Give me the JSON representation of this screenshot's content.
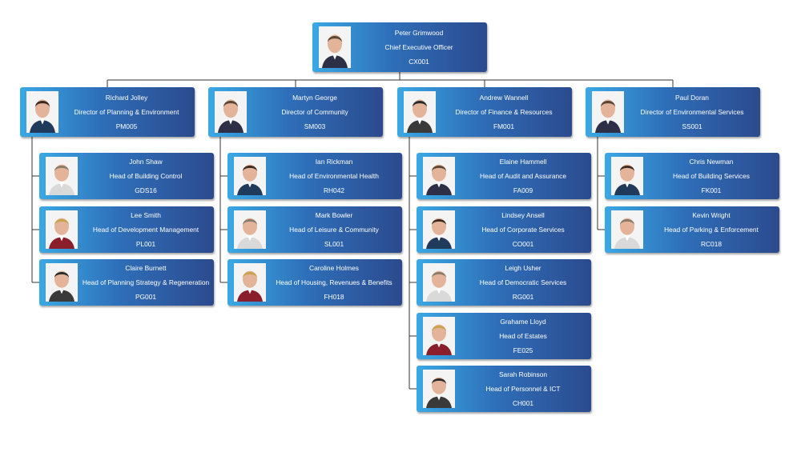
{
  "root": {
    "id": "cx001",
    "name": "Peter  Grimwood",
    "title": "Chief Executive Officer",
    "code": "CX001",
    "photo": "person-photo-icon"
  },
  "directors": [
    {
      "id": "pm005",
      "name": "Richard  Jolley",
      "title": "Director of Planning & Environment",
      "code": "PM005",
      "photo": "person-photo-icon",
      "reports": [
        {
          "id": "gds16",
          "name": "John  Shaw",
          "title": "Head of Building Control",
          "code": "GDS16",
          "photo": "person-photo-icon"
        },
        {
          "id": "pl001",
          "name": "Lee  Smith",
          "title": "Head of Development Management",
          "code": "PL001",
          "photo": "person-photo-icon"
        },
        {
          "id": "pg001",
          "name": "Claire Burnett",
          "title": "Head of Planning Strategy & Regeneration",
          "code": "PG001",
          "photo": "person-photo-icon"
        }
      ]
    },
    {
      "id": "sm003",
      "name": "Martyn  George",
      "title": "Director of Community",
      "code": "SM003",
      "photo": "person-photo-icon",
      "reports": [
        {
          "id": "rh042",
          "name": "Ian  Rickman",
          "title": "Head of Environmental Health",
          "code": "RH042",
          "photo": "person-photo-icon"
        },
        {
          "id": "sl001",
          "name": "Mark  Bowler",
          "title": "Head of Leisure & Community",
          "code": "SL001",
          "photo": "person-photo-icon"
        },
        {
          "id": "fh018",
          "name": "Caroline  Holmes",
          "title": "Head of Housing, Revenues & Benefits",
          "code": "FH018",
          "photo": "person-photo-icon"
        }
      ]
    },
    {
      "id": "fm001",
      "name": "Andrew  Wannell",
      "title": "Director of Finance & Resources",
      "code": "FM001",
      "photo": "person-photo-icon",
      "reports": [
        {
          "id": "fa009",
          "name": "Elaine  Hammell",
          "title": "Head of Audit  and Assurance",
          "code": "FA009",
          "photo": "person-photo-icon"
        },
        {
          "id": "co001",
          "name": "Lindsey  Ansell",
          "title": "Head of Corporate Services",
          "code": "CO001",
          "photo": "person-photo-icon"
        },
        {
          "id": "rg001",
          "name": "Leigh  Usher",
          "title": "Head of Democratic Services",
          "code": "RG001",
          "photo": "person-photo-icon"
        },
        {
          "id": "fe025",
          "name": "Grahame  Lloyd",
          "title": "Head of Estates",
          "code": "FE025",
          "photo": "person-photo-icon"
        },
        {
          "id": "ch001",
          "name": "Sarah  Robinson",
          "title": "Head of Personnel & ICT",
          "code": "CH001",
          "photo": "person-photo-icon"
        }
      ]
    },
    {
      "id": "ss001",
      "name": "Paul  Doran",
      "title": "Director of Environmental Services",
      "code": "SS001",
      "photo": "person-photo-icon",
      "reports": [
        {
          "id": "fk001",
          "name": "Chris  Newman",
          "title": "Head of Building Services",
          "code": "FK001",
          "photo": "person-photo-icon"
        },
        {
          "id": "rc018",
          "name": "Kevin  Wright",
          "title": "Head of Parking & Enforcement",
          "code": "RC018",
          "photo": "person-photo-icon"
        }
      ]
    }
  ],
  "colors": {
    "card_left": "#3aa8e4",
    "card_mid": "#2e6fb9",
    "card_right": "#2c4a8e",
    "connector": "#333333",
    "text": "#ffffff"
  }
}
